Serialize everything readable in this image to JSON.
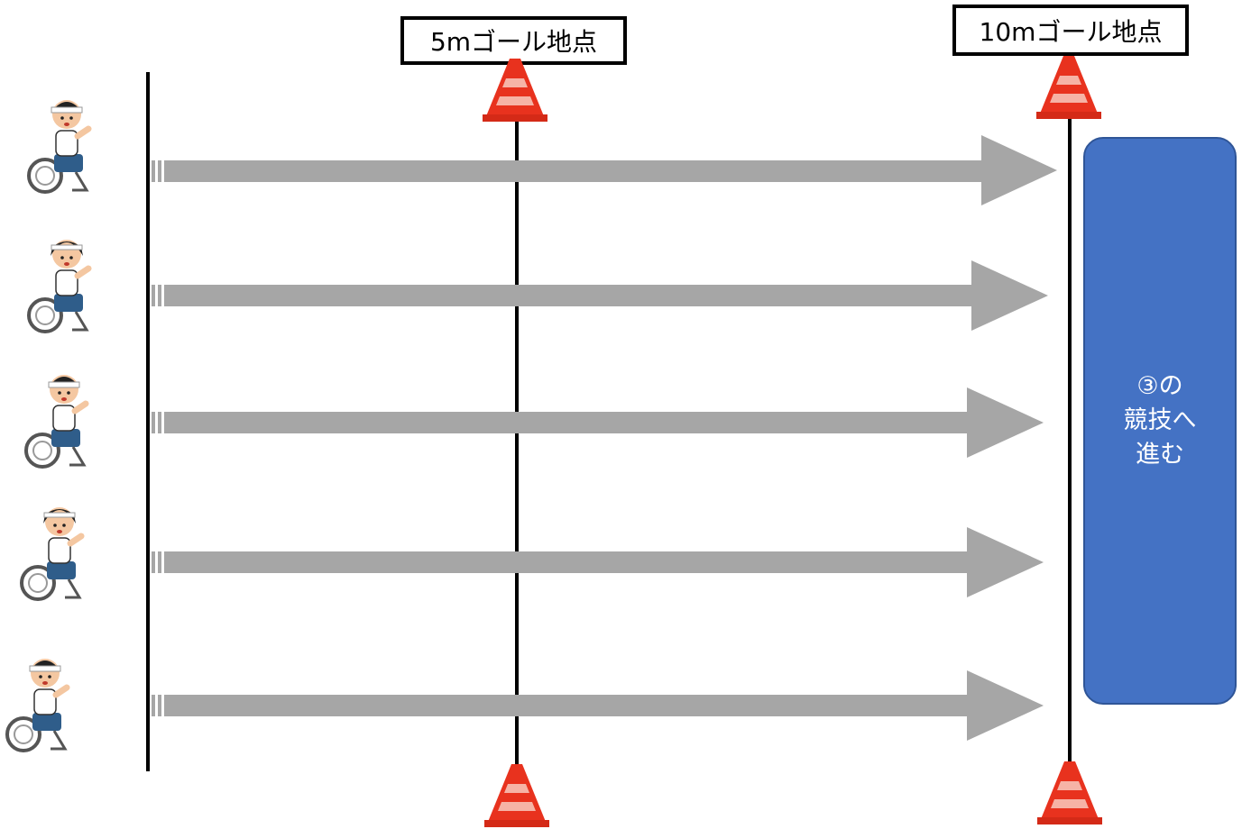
{
  "goals": {
    "goal_5m": "5mゴール地点",
    "goal_10m": "10mゴール地点"
  },
  "next_box": {
    "lines": [
      "③の",
      "競技へ",
      "進む"
    ],
    "color": "#4472c4"
  },
  "lanes": [
    {
      "icon": "wheelchair-boy-icon"
    },
    {
      "icon": "wheelchair-girl-icon"
    },
    {
      "icon": "wheelchair-boy-icon"
    },
    {
      "icon": "wheelchair-girl-icon"
    },
    {
      "icon": "wheelchair-boy-icon"
    }
  ],
  "colors": {
    "arrow": "#a6a6a6",
    "cone": "#e8321e",
    "line": "#000000"
  }
}
